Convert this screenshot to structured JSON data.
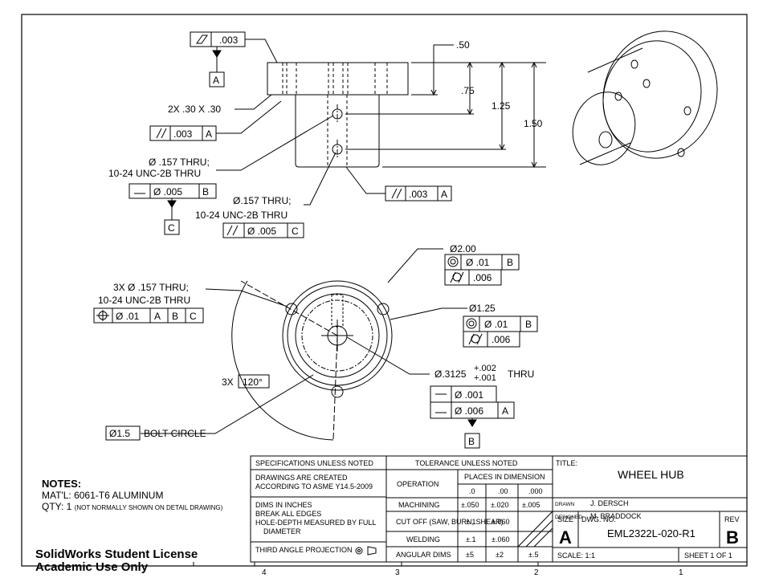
{
  "views": {
    "side": {
      "flatness": ".003",
      "datum_a": "A",
      "chamfer": "2X .30 X .30",
      "parallel_a": {
        "tol": ".003",
        "ref": "A"
      },
      "hole1": {
        "line1": "Ø .157 THRU;",
        "line2": "10-24 UNC-2B THRU",
        "tol": "Ø .005",
        "ref": "B",
        "datum": "C"
      },
      "hole2": {
        "line1": "Ø.157 THRU;",
        "line2": "10-24 UNC-2B THRU",
        "tol": "Ø .005",
        "ref": "C"
      },
      "parallel_right": {
        "tol": ".003",
        "ref": "A"
      },
      "dims": {
        "d050": ".50",
        "d075": ".75",
        "d125": "1.25",
        "d150": "1.50"
      }
    },
    "front": {
      "holes3x": {
        "line1": "3X Ø .157 THRU;",
        "line2": "10-24 UNC-2B THRU",
        "tol": "Ø .01",
        "refs": [
          "A",
          "B",
          "C"
        ]
      },
      "angle": "3X",
      "angle_val": "120°",
      "bolt_circle": "Ø1.5",
      "bolt_circle_label": "BOLT CIRCLE",
      "d200": {
        "label": "Ø2.00",
        "conc": "Ø .01",
        "ref": "B",
        "cyl": ".006"
      },
      "d125": {
        "label": "Ø1.25",
        "conc": "Ø .01",
        "ref": "B",
        "cyl": ".006"
      },
      "bore": {
        "label": "Ø.3125",
        "plus": "+.002",
        "minus": "+.001",
        "thru": "THRU",
        "straight": "Ø .001",
        "perp": "Ø .006",
        "ref": "A",
        "datum": "B"
      }
    }
  },
  "title_block": {
    "spec_hdr": "SPECIFICATIONS UNLESS NOTED",
    "spec1": "DRAWINGS ARE CREATED",
    "spec2": "ACCORDING TO ASME Y14.5-2009",
    "spec3": "DIMS IN INCHES",
    "spec4": "BREAK ALL EDGES",
    "spec5": "HOLE-DEPTH MEASURED BY FULL",
    "spec6": "DIAMETER",
    "third": "THIRD ANGLE PROJECTION",
    "tol_hdr": "TOLERANCE UNLESS NOTED",
    "operation": "OPERATION",
    "places": "PLACES IN DIMENSION",
    "p1": ".0",
    "p2": ".00",
    "p3": ".000",
    "rows": [
      {
        "op": "MACHINING",
        "a": "±.050",
        "b": "±.020",
        "c": "±.005"
      },
      {
        "op": "CUT OFF (SAW, BURN, SHEAR)",
        "a": "±.1",
        "b": "±.060",
        "c": ""
      },
      {
        "op": "WELDING",
        "a": "±.1",
        "b": "±.060",
        "c": ""
      },
      {
        "op": "ANGULAR DIMS",
        "a": "±5",
        "b": "±2",
        "c": "±.5"
      }
    ],
    "title_lbl": "TITLE:",
    "title": "WHEEL HUB",
    "drawn_lbl": "DRAWN",
    "drawn": "J. DERSCH",
    "designed_lbl": "DESIGNED",
    "designed": "M. BRADDOCK",
    "size_lbl": "SIZE",
    "size": "A",
    "dwg_lbl": "DWG. NO.",
    "dwg": "EML2322L-020-R1",
    "rev_lbl": "REV",
    "rev": "B",
    "scale": "SCALE: 1:1",
    "sheet": "SHEET 1 OF 1"
  },
  "zones": [
    "4",
    "3",
    "2",
    "1"
  ],
  "notes": {
    "header": "NOTES:",
    "mat": "MAT'L: 6061-T6 ALUMINUM",
    "qty": "QTY: 1",
    "qty_note": "(NOT NORMALLY SHOWN ON DETAIL DRAWING)"
  },
  "license": {
    "line1": "SolidWorks Student License",
    "line2": "Academic Use Only"
  }
}
